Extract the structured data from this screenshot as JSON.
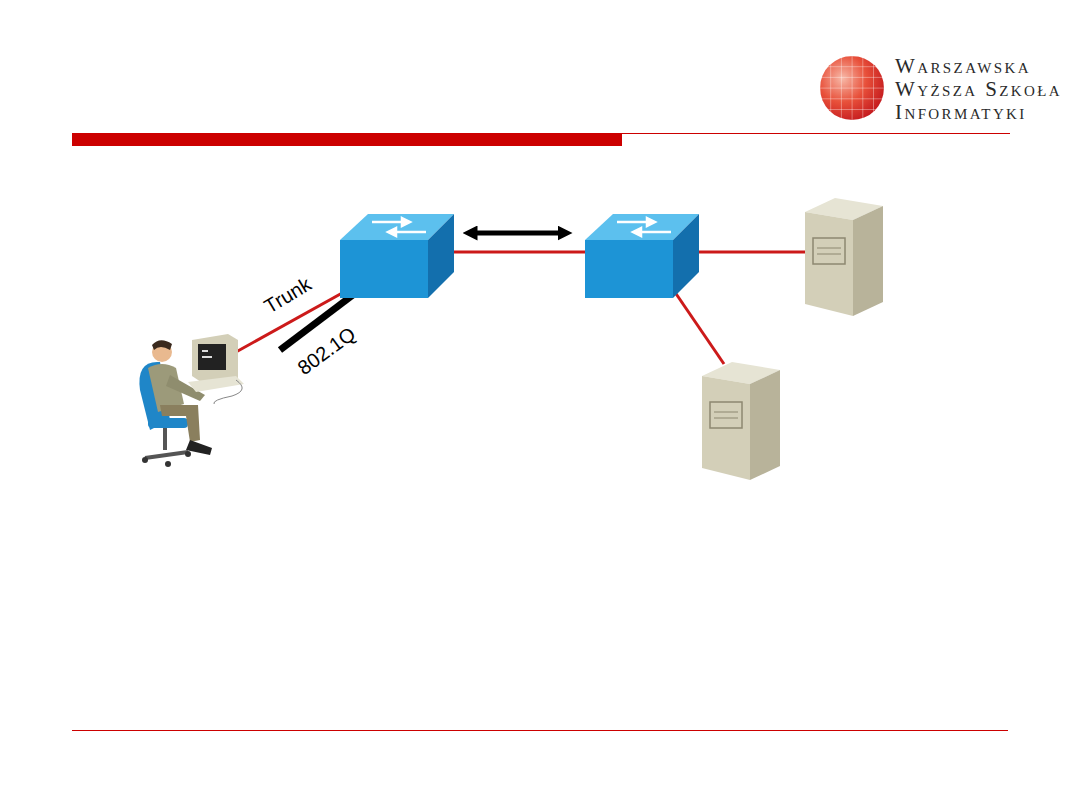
{
  "diagram": {
    "labels": [
      "Warszawska",
      "Wyższa Szkoła",
      "Informatyki",
      "Trunk",
      "802.1Q"
    ]
  }
}
